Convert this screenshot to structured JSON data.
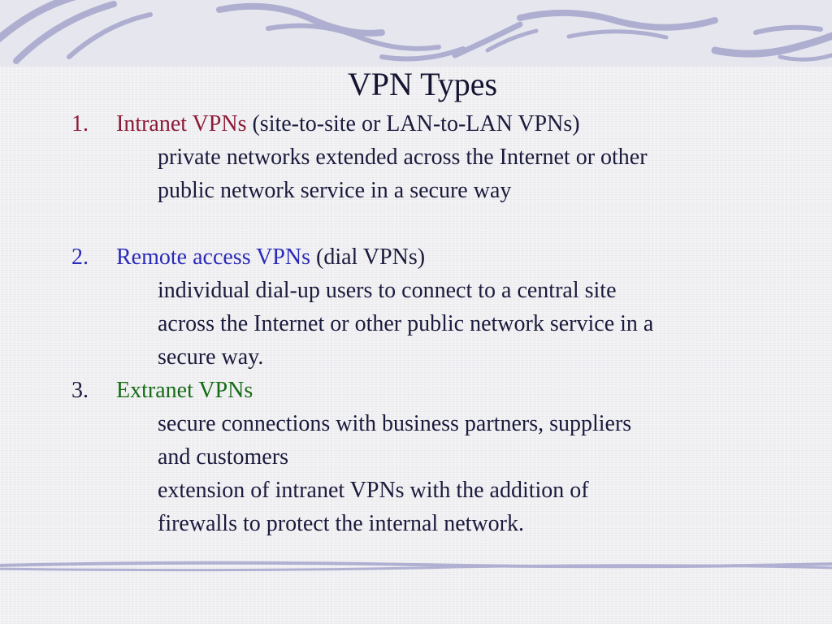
{
  "slide": {
    "title": "VPN Types",
    "items": [
      {
        "number": "1.",
        "term": "Intranet VPNs",
        "term_color": "#8b1a35",
        "qualifier": " (site-to-site or LAN-to-LAN VPNs)",
        "lines": [
          "private networks extended across the Internet or other",
          "public network service in a secure way"
        ]
      },
      {
        "number": "2.",
        "term": "Remote access VPNs",
        "term_color": "#2a2ab8",
        "qualifier": " (dial VPNs)",
        "lines": [
          "individual dial-up users to connect to a central site",
          "across the Internet or other public network service in a",
          "secure way."
        ]
      },
      {
        "number": "3.",
        "term": "Extranet VPNs",
        "term_color": "#156b15",
        "lines": [
          "secure connections with business partners, suppliers",
          "and customers",
          "extension of intranet VPNs with the addition of",
          "firewalls to protect the internal network."
        ]
      }
    ]
  },
  "theme": {
    "background": "#f1f1f3",
    "decoration": "#a9a9cc",
    "text": "#1a1a3c"
  }
}
